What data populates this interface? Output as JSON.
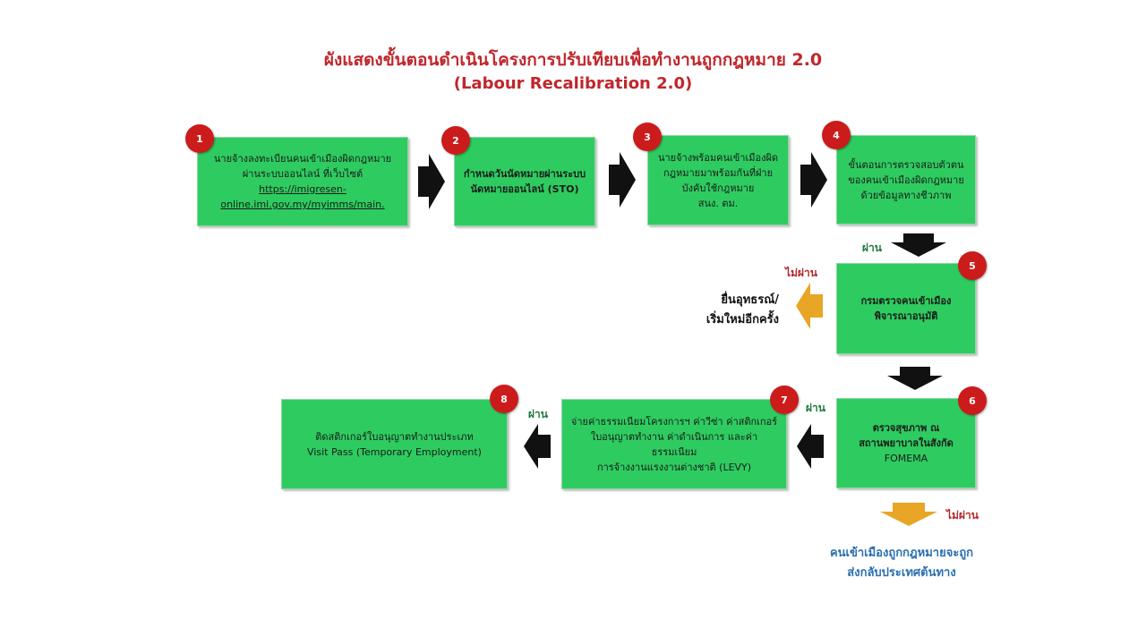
{
  "title": {
    "line1": "ผังแสดงขั้นตอนดำเนินโครงการปรับเทียบเพื่อทำงานถูกกฎหมาย 2.0",
    "line2": "(Labour Recalibration 2.0)"
  },
  "steps": [
    {
      "number": "1",
      "lines": [
        "นายจ้างลงทะเบียนคนเข้าเมืองผิดกฎหมาย",
        "ผ่านระบบออนไลน์ ที่เว็บไซต์",
        "https://imigresen-",
        "online.imi.gov.my/myimms/main."
      ]
    },
    {
      "number": "2",
      "lines": [
        "กำหนดวันนัดหมายผ่านระบบ",
        "นัดหมายออนไลน์ (STO)"
      ]
    },
    {
      "number": "3",
      "lines": [
        "นายจ้างพร้อมคนเข้าเมืองผิด",
        "กฎหมายมาพร้อมกันที่ฝ่าย",
        "บังคับใช้กฎหมาย",
        "สนง. ตม."
      ]
    },
    {
      "number": "4",
      "lines": [
        "ขั้นตอนการตรวจสอบตัวตน",
        "ของคนเข้าเมืองผิดกฎหมาย",
        "ด้วยข้อมูลทางชีวภาพ"
      ]
    },
    {
      "number": "5",
      "lines": [
        "กรมตรวจคนเข้าเมือง",
        "พิจารณาอนุมัติ"
      ]
    },
    {
      "number": "6",
      "lines": [
        "ตรวจสุขภาพ ณ",
        "สถานพยาบาลในสังกัด",
        "FOMEMA"
      ]
    },
    {
      "number": "7",
      "lines": [
        "จ่ายค่าธรรมเนียมโครงการฯ ค่าวีซ่า ค่าสติกเกอร์",
        "ใบอนุญาตทำงาน ค่าดำเนินการ และค่าธรรมเนียม",
        "การจ้างงานแรงงานต่างชาติ (LEVY)"
      ]
    },
    {
      "number": "8",
      "lines": [
        "ติดสติกเกอร์ใบอนุญาตทำงานประเภท",
        "Visit Pass (Temporary Employment)"
      ]
    }
  ],
  "labels": {
    "pass_1": "ผ่าน",
    "fail_1": "ไม่ผ่าน",
    "pass_2": "ผ่าน",
    "pass_3": "ผ่าน",
    "fail_2": "ไม่ผ่าน",
    "appeal": [
      "ยื่นอุทธรณ์/",
      "เริ่มใหม่อีกครั้ง"
    ],
    "deport": [
      "คนเข้าเมืองถูกกฎหมายจะถูก",
      "ส่งกลับประเทศต้นทาง"
    ]
  },
  "colors": {
    "box": "#2ecc60",
    "badge": "#cc1b1b",
    "arrow_main": "#111111",
    "arrow_fail": "#e8a526",
    "title": "#c0262b"
  }
}
